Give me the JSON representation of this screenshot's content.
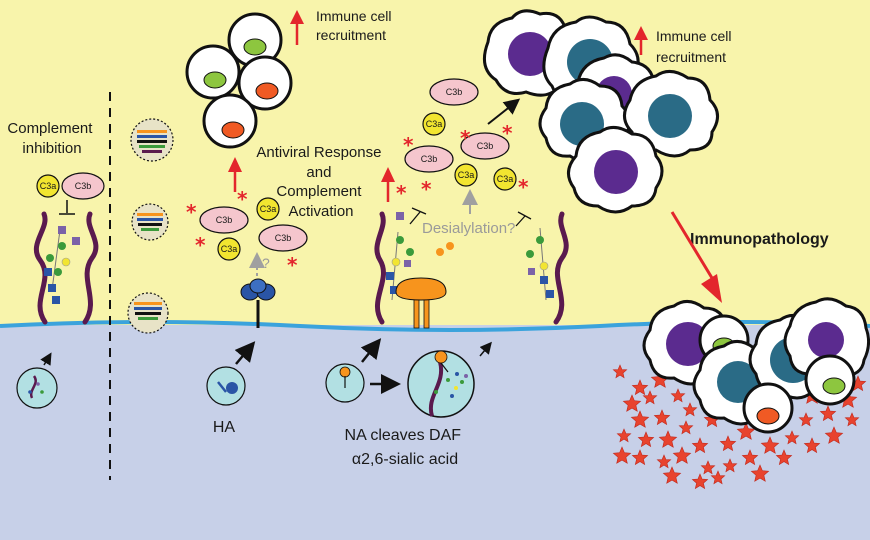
{
  "labels": {
    "complement_inhibition": [
      "Complement",
      "inhibition"
    ],
    "immune_recruit_left": [
      "Immune cell",
      "recruitment"
    ],
    "immune_recruit_right": [
      "Immune cell",
      "recruitment"
    ],
    "antiviral": [
      "Antiviral Response",
      "and",
      "Complement",
      "Activation"
    ],
    "desialylation": "Desialylation?",
    "immunopathology": "Immunopathology",
    "ha": "HA",
    "na_cleaves": [
      "NA cleaves DAF",
      "α2,6-sialic acid"
    ],
    "question": "?"
  },
  "molecules": {
    "c3a": "C3a",
    "c3b": "C3b"
  },
  "colors": {
    "extracellular": "#f8f4ab",
    "cytoplasm": "#c7d0e8",
    "membrane": "#3ba3dc",
    "c3b_fill": "#f5c6cd",
    "c3a_fill": "#f2e530",
    "arrow_red": "#e3262c",
    "cell_purple": "#5b2b8f",
    "cell_teal": "#2a6b86",
    "green": "#8dc63f",
    "orange": "#f05a24",
    "ha_blue": "#2a55a6",
    "na_orange": "#f7941d"
  },
  "icons": [
    "complement-c3a",
    "complement-c3b",
    "immune-cell",
    "virion",
    "ha-receptor",
    "na-receptor",
    "glycan-chain",
    "asterisk",
    "damage-star"
  ]
}
